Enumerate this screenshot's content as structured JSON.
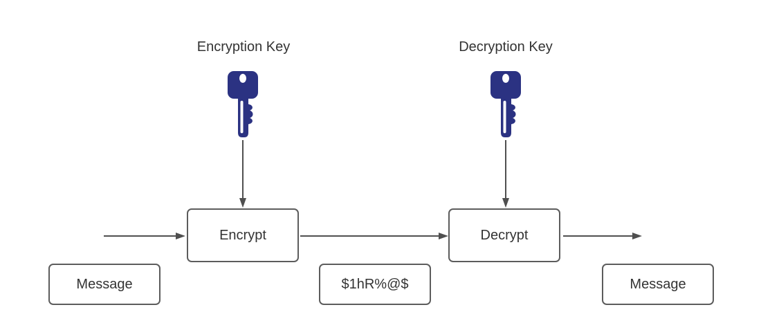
{
  "colors": {
    "background": "#ffffff",
    "text": "#333333",
    "box_border": "#5c5c5c",
    "arrow": "#4f4f4f",
    "key_fill": "#2b3282"
  },
  "diagram": {
    "encryption_key_label": "Encryption Key",
    "decryption_key_label": "Decryption Key",
    "encrypt_label": "Encrypt",
    "decrypt_label": "Decrypt",
    "plaintext_left_label": "Message",
    "ciphertext_label": "$1hR%@$",
    "plaintext_right_label": "Message",
    "icons": {
      "encryption_key": "key-icon",
      "decryption_key": "key-icon"
    }
  }
}
